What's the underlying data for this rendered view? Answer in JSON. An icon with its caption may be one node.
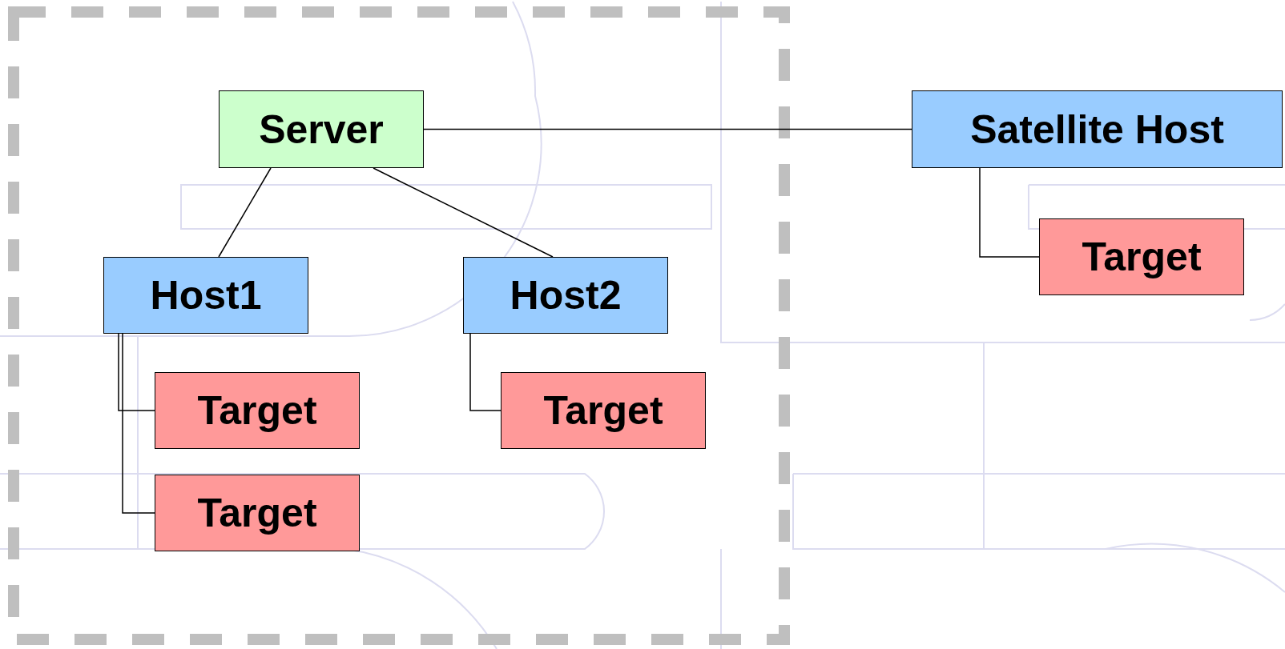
{
  "diagram": {
    "nodes": [
      {
        "text": [
          "Server"
        ]
      },
      {
        "text": [
          "Satellite Host"
        ]
      },
      {
        "text": [
          "Target"
        ]
      },
      {
        "text": [
          "Host1"
        ]
      },
      {
        "text": [
          "Host2"
        ]
      },
      {
        "text": [
          "Target"
        ]
      },
      {
        "text": [
          "Target"
        ]
      },
      {
        "text": [
          "Target"
        ]
      }
    ],
    "edges": [
      {
        "from": 0,
        "to": 1,
        "arrow": "none"
      },
      {
        "from": 1,
        "to": 2,
        "arrow": "none"
      },
      {
        "from": 0,
        "to": 3,
        "arrow": "none"
      },
      {
        "from": 0,
        "to": 4,
        "arrow": "none"
      },
      {
        "from": 3,
        "to": 5,
        "arrow": "none"
      },
      {
        "from": 3,
        "to": 6,
        "arrow": "none"
      },
      {
        "from": 4,
        "to": 7,
        "arrow": "none"
      }
    ]
  }
}
